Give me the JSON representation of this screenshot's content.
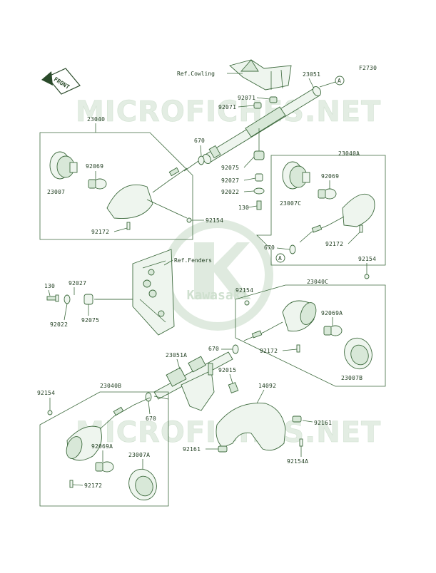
{
  "diagram": {
    "code": "F2730",
    "front_label": "FRONT",
    "brand": "Kawasaki",
    "watermark": "MICROFICHES.NET",
    "refs": {
      "cowling": "Ref.Cowling",
      "fenders": "Ref.Fenders"
    },
    "callouts": {
      "a": "A"
    },
    "parts": {
      "p23051": "23051",
      "p92071a": "92071",
      "p92071b": "92071",
      "p23040": "23040",
      "p670a": "670",
      "p92069a": "92069",
      "p23007": "23007",
      "p92075a": "92075",
      "p92027a": "92027",
      "p92022a": "92022",
      "p130a": "130",
      "p92154a": "92154",
      "p92172a": "92172",
      "p23040A": "23040A",
      "p92069b": "92069",
      "p23007C": "23007C",
      "p670b": "670",
      "p92172b": "92172",
      "p92154b": "92154",
      "p130b": "130",
      "p92027b": "92027",
      "p92022b": "92022",
      "p92075b": "92075",
      "p92154c": "92154",
      "p23040C": "23040C",
      "p92069A": "92069A",
      "p670c": "670",
      "p92172c": "92172",
      "p23007B": "23007B",
      "p23051A": "23051A",
      "p92015": "92015",
      "p14092": "14092",
      "p92154d": "92154",
      "p23040B": "23040B",
      "p670d": "670",
      "p92161a": "92161",
      "p92161b": "92161",
      "p92154A": "92154A",
      "p92069Ab": "92069A",
      "p23007A": "23007A",
      "p92172d": "92172"
    }
  }
}
